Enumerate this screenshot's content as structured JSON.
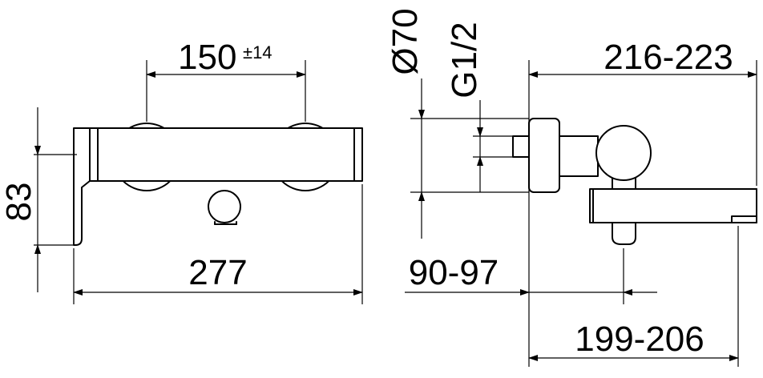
{
  "front_view": {
    "width_label": "277",
    "height_label": "83",
    "spacing_label": "150",
    "spacing_tolerance": "±14"
  },
  "side_view": {
    "diameter_label": "Ø70",
    "thread_label": "G1/2",
    "projection_label": "216-223",
    "wall_offset_label": "90-97",
    "spout_depth_label": "199-206"
  },
  "colors": {
    "line": "#000000",
    "background": "#ffffff"
  }
}
